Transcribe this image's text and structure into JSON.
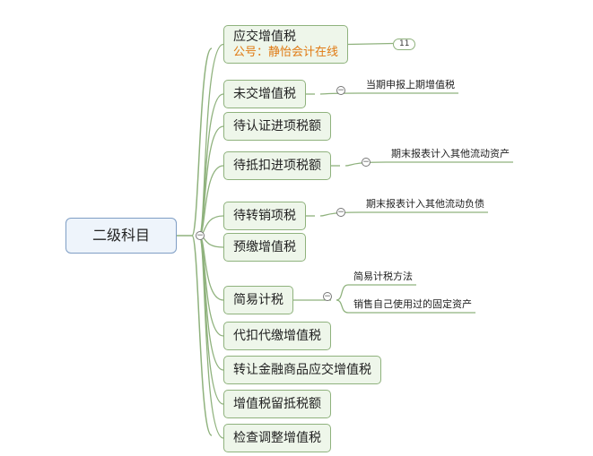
{
  "root": {
    "label": "二级科目"
  },
  "branches": [
    {
      "label": "应交增值税",
      "sub": "公号：静怡会计在线",
      "badge": "11"
    },
    {
      "label": "未交增值税",
      "collapse": "−",
      "leaves": [
        "当期申报上期增值税"
      ]
    },
    {
      "label": "待认证进项税额"
    },
    {
      "label": "待抵扣进项税额",
      "collapse": "−",
      "leaves": [
        "期末报表计入其他流动资产"
      ]
    },
    {
      "label": "待转销项税",
      "collapse": "−",
      "leaves": [
        "期末报表计入其他流动负债"
      ]
    },
    {
      "label": "预缴增值税"
    },
    {
      "label": "简易计税",
      "collapse": "−",
      "leaves": [
        "简易计税方法",
        "销售自己使用过的固定资产"
      ]
    },
    {
      "label": "代扣代缴增值税"
    },
    {
      "label": "转让金融商品应交增值税"
    },
    {
      "label": "增值税留抵税额"
    },
    {
      "label": "检查调整增值税"
    }
  ],
  "root_collapse": "−",
  "colors": {
    "node_fill": "#eef6ea",
    "node_border": "#8fb27d",
    "root_fill": "#eef4fb",
    "root_border": "#7f9ec5",
    "sub_text": "#e07a13",
    "line": "#8fb27d"
  }
}
